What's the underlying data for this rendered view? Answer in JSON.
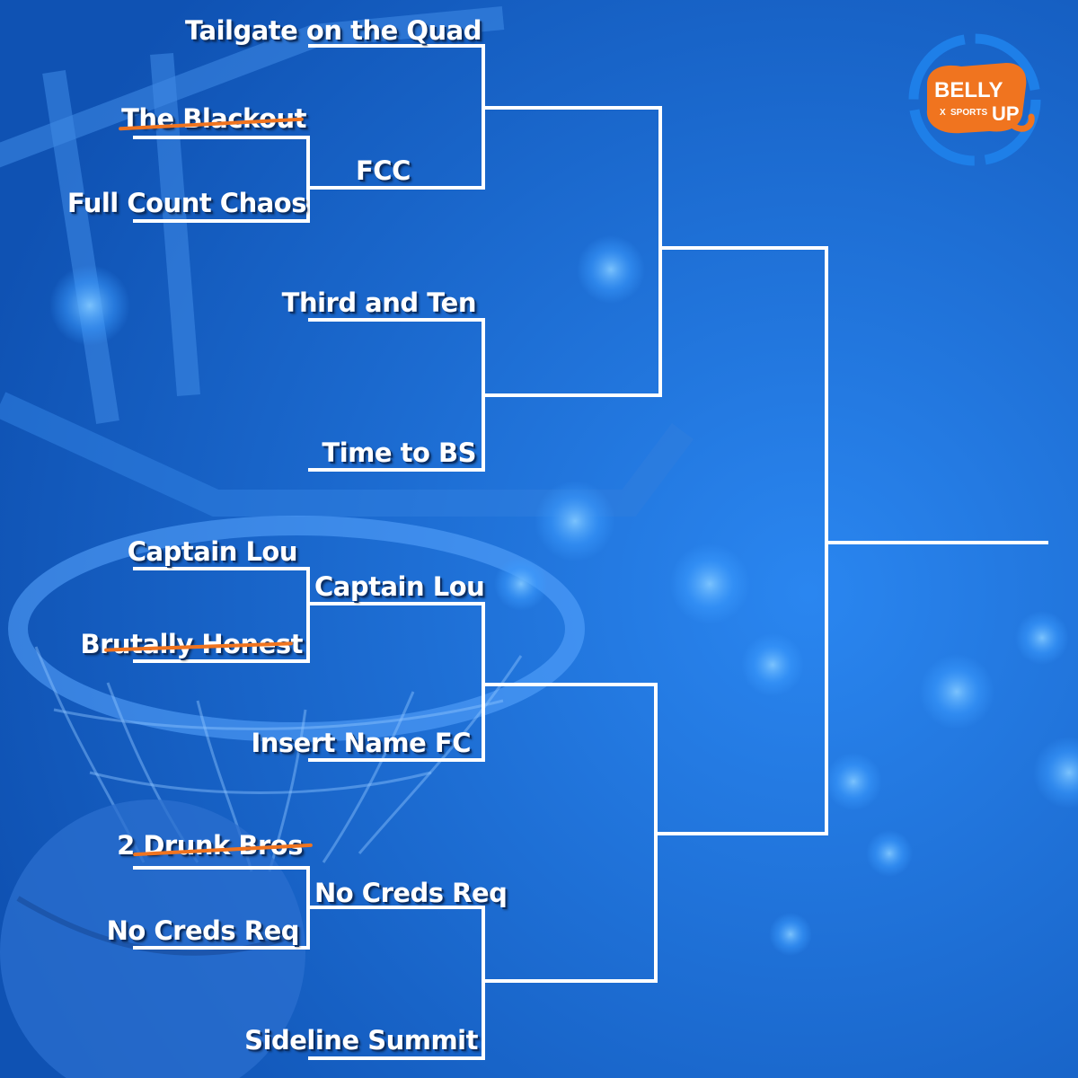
{
  "brand": {
    "logo_word_top": "BELLY",
    "logo_word_x": "X",
    "logo_word_sports": "SPORTS",
    "logo_word_up": "UP",
    "ring_color": "#1e7fe8",
    "orange": "#f0741f"
  },
  "colors": {
    "background": "#1566d2",
    "line": "#ffffff",
    "strike": "#f0741f"
  },
  "bracket": {
    "round1": [
      {
        "name": "Tailgate on the Quad",
        "eliminated": false
      },
      {
        "name": "The Blackout",
        "eliminated": true
      },
      {
        "name": "Full Count Chaos",
        "eliminated": false
      },
      {
        "name": "Third and Ten",
        "eliminated": false
      },
      {
        "name": "Time to BS",
        "eliminated": false
      },
      {
        "name": "Captain Lou",
        "eliminated": false
      },
      {
        "name": "Brutally Honest",
        "eliminated": true
      },
      {
        "name": "Insert Name FC",
        "eliminated": false
      },
      {
        "name": "2 Drunk Bros",
        "eliminated": true
      },
      {
        "name": "No Creds Req",
        "eliminated": false
      },
      {
        "name": "Sideline Summit",
        "eliminated": false
      }
    ],
    "round2": [
      {
        "name": "FCC"
      },
      {
        "name": "Captain Lou"
      },
      {
        "name": "No Creds Req"
      }
    ]
  }
}
